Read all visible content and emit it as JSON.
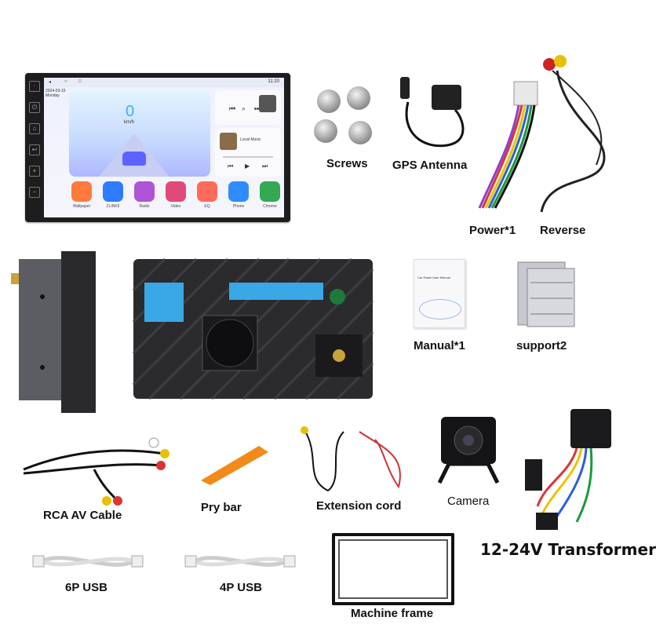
{
  "head_unit": {
    "status_time": "11:20",
    "date_line1": "2024-03-15",
    "date_line2": "Monday",
    "speed_value": "0",
    "speed_unit": "km/h",
    "music_title": "Local Music",
    "apps": [
      {
        "label": "Wallpaper",
        "icon": "flower-icon",
        "color": "#ff7a3d"
      },
      {
        "label": "ZLINK5",
        "icon": "car-link-icon",
        "color": "#2f7bff"
      },
      {
        "label": "Radio",
        "icon": "radio-icon",
        "color": "#b052d6"
      },
      {
        "label": "Video",
        "icon": "clapper-icon",
        "color": "#e04a7a"
      },
      {
        "label": "EQ",
        "icon": "equalizer-icon",
        "color": "#ff6a5a"
      },
      {
        "label": "Phone",
        "icon": "phone-icon",
        "color": "#2f8bff"
      },
      {
        "label": "Chrome",
        "icon": "chrome-icon",
        "color": "#34a853"
      }
    ]
  },
  "labels": {
    "screws": "Screws",
    "gps": "GPS Antenna",
    "power": "Power*1",
    "reverse": "Reverse",
    "manual": "Manual*1",
    "support": "support2",
    "rca": "RCA AV Cable",
    "pry_bar": "Pry bar",
    "extension": "Extension cord",
    "camera": "Camera",
    "transformer": "12-24V Transformer",
    "usb6": "6P USB",
    "usb4": "4P USB",
    "frame": "Machine frame"
  },
  "manual_cover_text": "Car Radio User Manual",
  "colors": {
    "unit_body": "#1d1d1f",
    "pry_bar": "#f28a1a",
    "connector_blue": "#3aa8e6",
    "heatsink": "#2b2b2e"
  }
}
